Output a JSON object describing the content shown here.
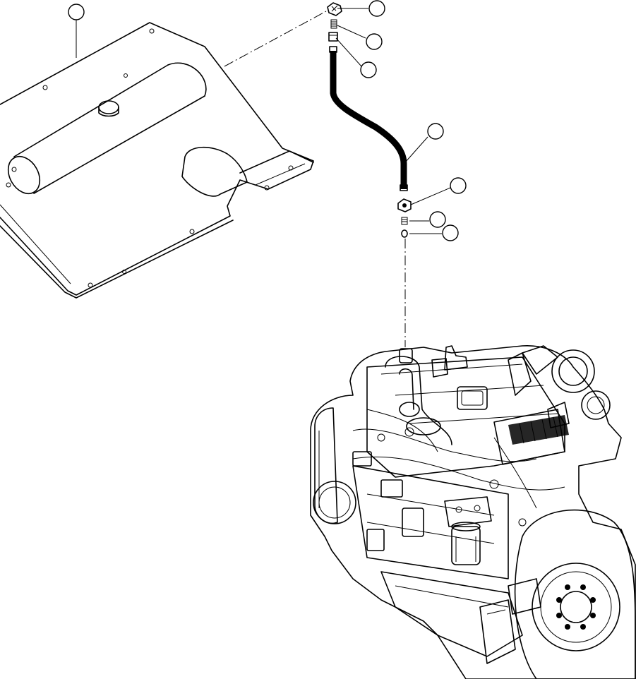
{
  "figure": {
    "callouts": [
      {
        "id": "c1",
        "label": ""
      },
      {
        "id": "c2",
        "label": ""
      },
      {
        "id": "c3",
        "label": ""
      },
      {
        "id": "c4",
        "label": ""
      },
      {
        "id": "c5",
        "label": ""
      },
      {
        "id": "c6",
        "label": ""
      },
      {
        "id": "c7",
        "label": ""
      },
      {
        "id": "c8",
        "label": ""
      }
    ]
  }
}
